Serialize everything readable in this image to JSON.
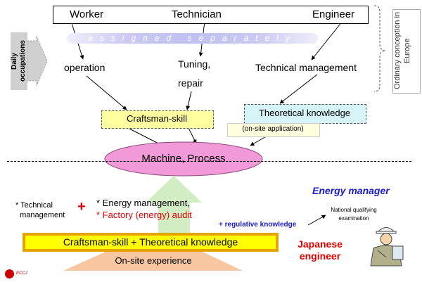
{
  "roles": [
    "Worker",
    "Technician",
    "Engineer"
  ],
  "assigned_text": "assigned separately",
  "daily_tag": "Daily occupations",
  "europe_note": "Ordinary conception in Europe",
  "tasks": {
    "operation": "operation",
    "tuning": "Tuning,",
    "repair": "repair",
    "technical_management": "Technical management"
  },
  "craftsman_skill": "Craftsman-skill",
  "theoretical_knowledge": "Theoretical knowledge",
  "onsite_application": "(on-site application)",
  "machine_process": "Machine,   Process",
  "technical_management_note": "* Technical\n  management",
  "plus_sign": "+",
  "energy_management": "* Energy management,",
  "factory_audit": "* Factory (energy) audit",
  "energy_manager_title": "Energy manager",
  "national_qualifying": "National qualifying examination",
  "regulative_knowledge": "+ regulative knowledge",
  "combined": "Craftsman-skill   +   Theoretical knowledge",
  "onsite_experience": "On-site experience",
  "japanese_engineer": "Japanese engineer",
  "logo_text": "ECCJ",
  "colors": {
    "craft_box": "#ffffa0",
    "theory_box": "#d6f4f7",
    "ellipse": "#f29ad8",
    "green_arrow": "#d2ecc4",
    "combo_fill": "#ffff00",
    "combo_border": "#e3a400",
    "trapezoid": "#f6c7a0",
    "red": "#e00000",
    "blue": "#1a1ad4"
  }
}
